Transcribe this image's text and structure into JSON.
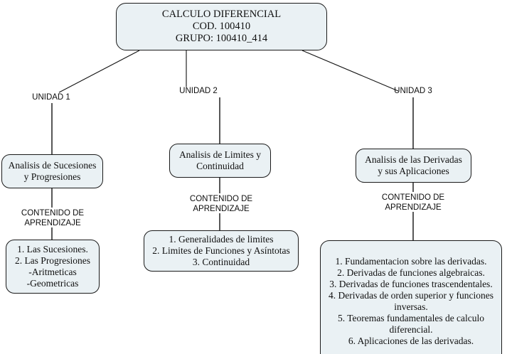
{
  "diagram": {
    "title_node": {
      "lines": [
        "CALCULO DIFERENCIAL",
        "COD. 100410",
        "GRUPO: 100410_414"
      ]
    },
    "branches": [
      {
        "unit_label": "UNIDAD 1",
        "concept_node": {
          "lines": [
            "Analisis de Sucesiones",
            "y Progresiones"
          ]
        },
        "content_label": "CONTENIDO DE\nAPRENDIZAJE",
        "content_node": {
          "lines": [
            "1. Las Sucesiones.",
            "2. Las Progresiones",
            "-Aritmeticas",
            "-Geometricas"
          ]
        }
      },
      {
        "unit_label": "UNIDAD 2",
        "concept_node": {
          "lines": [
            "Analisis de Limites y",
            "Continuidad"
          ]
        },
        "content_label": "CONTENIDO DE\nAPRENDIZAJE",
        "content_node": {
          "lines": [
            "1. Generalidades de limites",
            "2. Limites de Funciones y Asíntotas",
            "3. Continuidad"
          ]
        }
      },
      {
        "unit_label": "UNIDAD 3",
        "concept_node": {
          "lines": [
            "Analisis de las Derivadas",
            "y sus Aplicaciones"
          ]
        },
        "content_label": "CONTENIDO DE\nAPRENDIZAJE",
        "content_node": {
          "lines": [
            "1. Fundamentacion sobre las derivadas.",
            "2. Derivadas de funciones algebraicas.",
            "3. Derivadas de funciones trascendentales.",
            "4. Derivadas de orden superior y funciones inversas.",
            "5. Teoremas fundamentales de calculo diferencial.",
            "6. Aplicaciones de las derivadas."
          ]
        }
      }
    ],
    "colors": {
      "node_fill": "#eaf1f4",
      "node_border": "#1a1a1a",
      "connector": "#111111",
      "background": "#ffffff",
      "text": "#101010"
    }
  }
}
